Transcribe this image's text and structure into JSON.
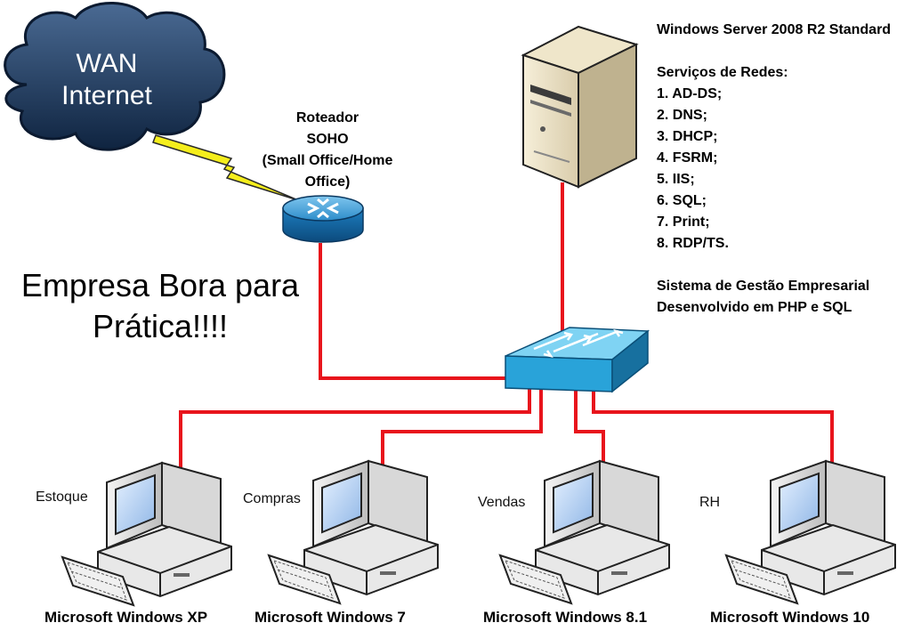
{
  "cloud": {
    "line1": "WAN",
    "line2": "Internet"
  },
  "router": {
    "label_lines": [
      "Roteador",
      "SOHO",
      "(Small Office/Home",
      "Office)"
    ]
  },
  "title": {
    "line1": "Empresa Bora para",
    "line2": "Prática!!!!"
  },
  "server": {
    "title": "Windows Server 2008 R2 Standard",
    "services_heading": "Serviços de Redes:",
    "services": [
      "1. AD-DS;",
      "2. DNS;",
      "3. DHCP;",
      "4. FSRM;",
      "5. IIS;",
      "6. SQL;",
      "7. Print;",
      "8. RDP/TS."
    ],
    "system_lines": [
      "Sistema de Gestão Empresarial",
      "Desenvolvido em PHP e SQL"
    ]
  },
  "computers": [
    {
      "department": "Estoque",
      "os": "Microsoft Windows XP"
    },
    {
      "department": "Compras",
      "os": "Microsoft Windows 7"
    },
    {
      "department": "Vendas",
      "os": "Microsoft Windows 8.1"
    },
    {
      "department": "RH",
      "os": "Microsoft Windows 10"
    }
  ],
  "colors": {
    "link": "#e8141c",
    "wan_link": "#f5ee1c",
    "cloud": "#1b3556",
    "router": "#1a78b8",
    "switch": "#29a3d9"
  }
}
